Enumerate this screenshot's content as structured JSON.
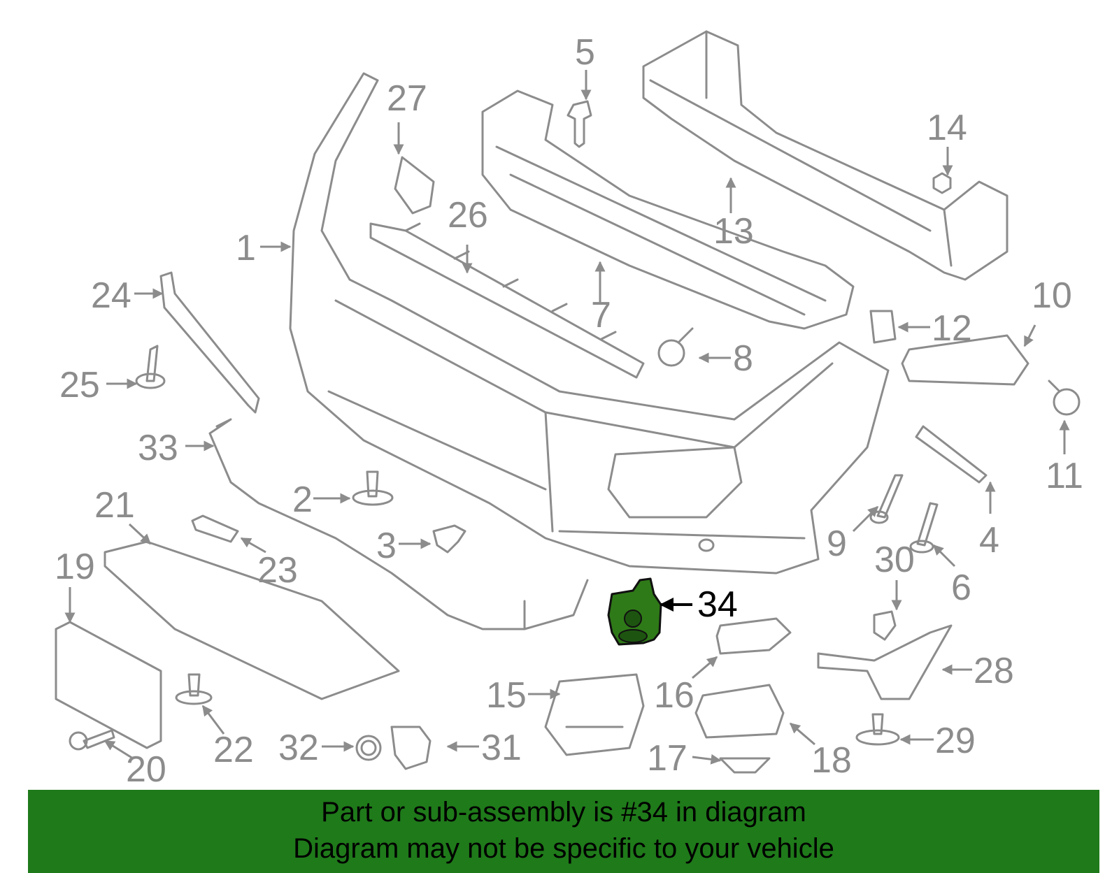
{
  "callouts": {
    "c1": "1",
    "c2": "2",
    "c3": "3",
    "c4": "4",
    "c5": "5",
    "c6": "6",
    "c7": "7",
    "c8": "8",
    "c9": "9",
    "c10": "10",
    "c11": "11",
    "c12": "12",
    "c13": "13",
    "c14": "14",
    "c15": "15",
    "c16": "16",
    "c17": "17",
    "c18": "18",
    "c19": "19",
    "c20": "20",
    "c21": "21",
    "c22": "22",
    "c23": "23",
    "c24": "24",
    "c25": "25",
    "c26": "26",
    "c27": "27",
    "c28": "28",
    "c29": "29",
    "c30": "30",
    "c31": "31",
    "c32": "32",
    "c33": "33",
    "c34": "34"
  },
  "highlighted_part": "34",
  "colors": {
    "line_art": "#8c8c8c",
    "highlight_part": "#2f7a18",
    "banner_background": "#1f7a1a"
  },
  "banner": {
    "line1": "Part or sub-assembly is #34 in diagram",
    "line2": "Diagram may not be specific to your vehicle"
  }
}
